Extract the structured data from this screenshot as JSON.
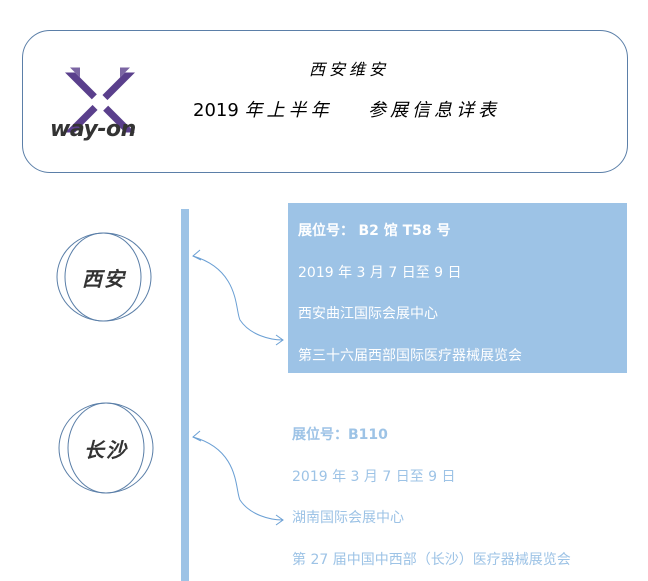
{
  "header": {
    "logo_text": "way-on",
    "company": "西安维安",
    "year": "2019",
    "title_cal": "年上半年",
    "subtitle": "参展信息详表"
  },
  "timeline": [
    {
      "city": "西安",
      "booth_label": "展位号：",
      "booth": "B2 馆 T58 号",
      "date": "2019 年 3 月 7 日至 9 日",
      "venue": "西安曲江国际会展中心",
      "event": "第三十六届西部国际医疗器械展览会"
    },
    {
      "city": "长沙",
      "booth_label": "展位号：",
      "booth": "B110",
      "date": "2019 年 3 月 7 日至 9 日",
      "venue": "湖南国际会展中心",
      "event": "第 27 届中国中西部（长沙）医疗器械展览会"
    }
  ],
  "colors": {
    "accent": "#9dc3e6",
    "border": "#5b7fa8",
    "logo": "#5a3f8c"
  }
}
